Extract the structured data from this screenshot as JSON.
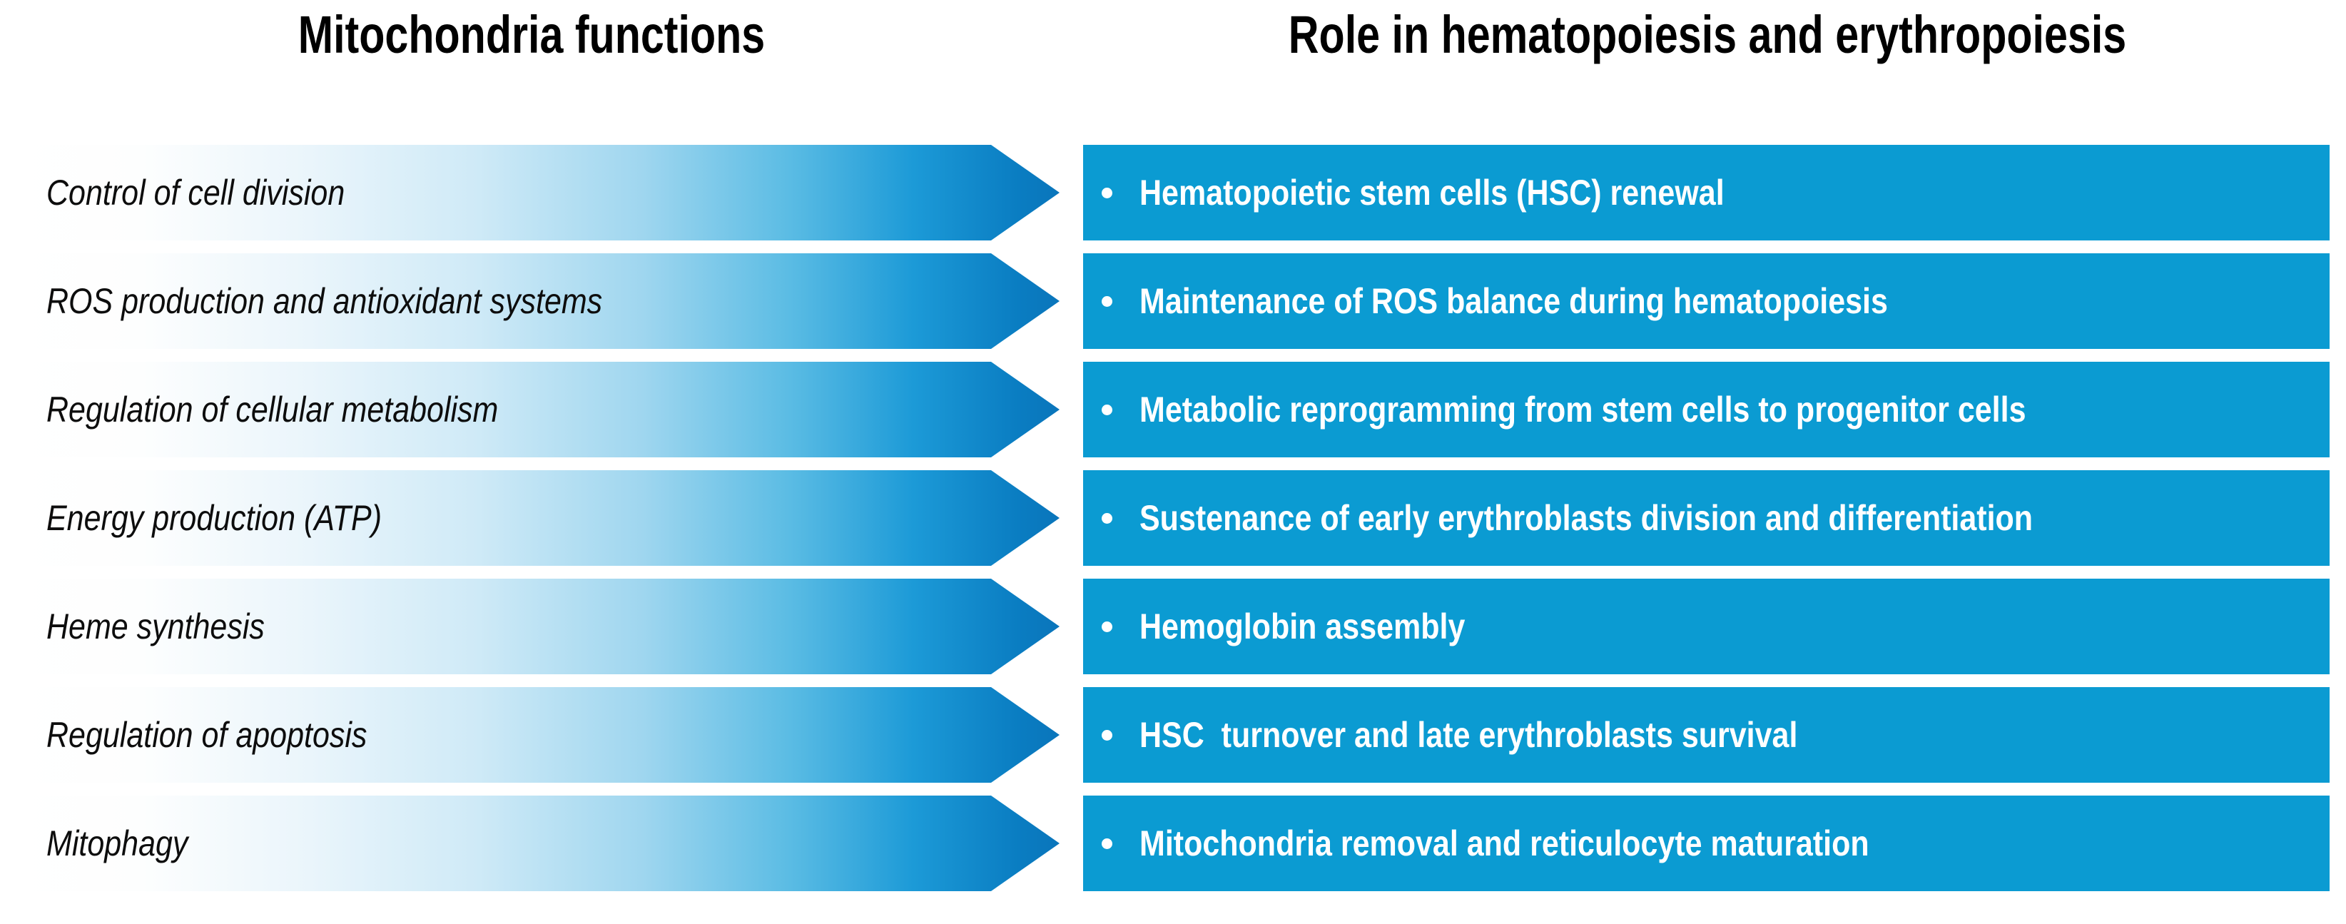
{
  "headers": {
    "left": "Mitochondria functions",
    "right": "Role in hematopoiesis and erythropoiesis"
  },
  "colors": {
    "box_blue": "#0b9bd2",
    "arrow_gradient_start": "#ffffff",
    "arrow_gradient_end": "#0a75bb",
    "title_text": "#000000",
    "arrow_text": "#0d0d0d",
    "box_text": "#ffffff",
    "background": "#ffffff"
  },
  "bullet_glyph": "bullet-dot",
  "rows": [
    {
      "function": "Control of cell division",
      "role": "Hematopoietic stem cells (HSC) renewal"
    },
    {
      "function": "ROS production and antioxidant systems",
      "role": "Maintenance of ROS balance during hematopoiesis"
    },
    {
      "function": "Regulation of cellular metabolism",
      "role": "Metabolic reprogramming from stem cells to progenitor cells"
    },
    {
      "function": "Energy production (ATP)",
      "role": "Sustenance of early erythroblasts division and differentiation"
    },
    {
      "function": "Heme synthesis",
      "role": "Hemoglobin assembly"
    },
    {
      "function": "Regulation of apoptosis",
      "role": "HSC  turnover and late erythroblasts survival"
    },
    {
      "function": "Mitophagy",
      "role": "Mitochondria removal and reticulocyte maturation"
    }
  ]
}
